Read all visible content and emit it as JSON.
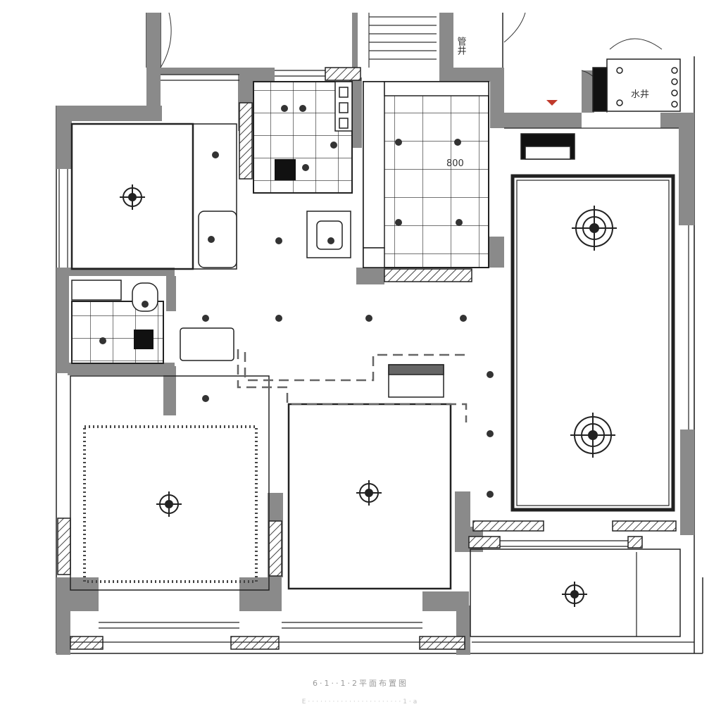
{
  "labels": {
    "shaft_top": "管井",
    "shaft_right": "水井",
    "dim_800": "800"
  },
  "caption": {
    "line1": "6·1··1·2平面布置图",
    "line2": "E·······················1·a"
  },
  "colors": {
    "wall": "#8a8a8a",
    "line": "#222222",
    "hatch": "#444444"
  }
}
